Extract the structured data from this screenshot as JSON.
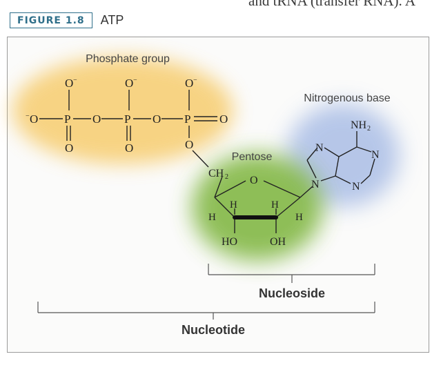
{
  "page_top_text": "and tRNA (transfer RNA). A",
  "figure": {
    "label": "FIGURE 1.8",
    "title": "ATP"
  },
  "regions": {
    "phosphate": "Phosphate group",
    "base": "Nitrogenous base",
    "pentose": "Pentose"
  },
  "brackets": {
    "nucleoside": "Nucleoside",
    "nucleotide": "Nucleotide"
  },
  "colors": {
    "phosphate_glow": "#f6c65c",
    "base_glow": "#9fb5e3",
    "pentose_glow": "#7bb43a",
    "figure_blue": "#2f6f8a",
    "ink": "#222222"
  }
}
